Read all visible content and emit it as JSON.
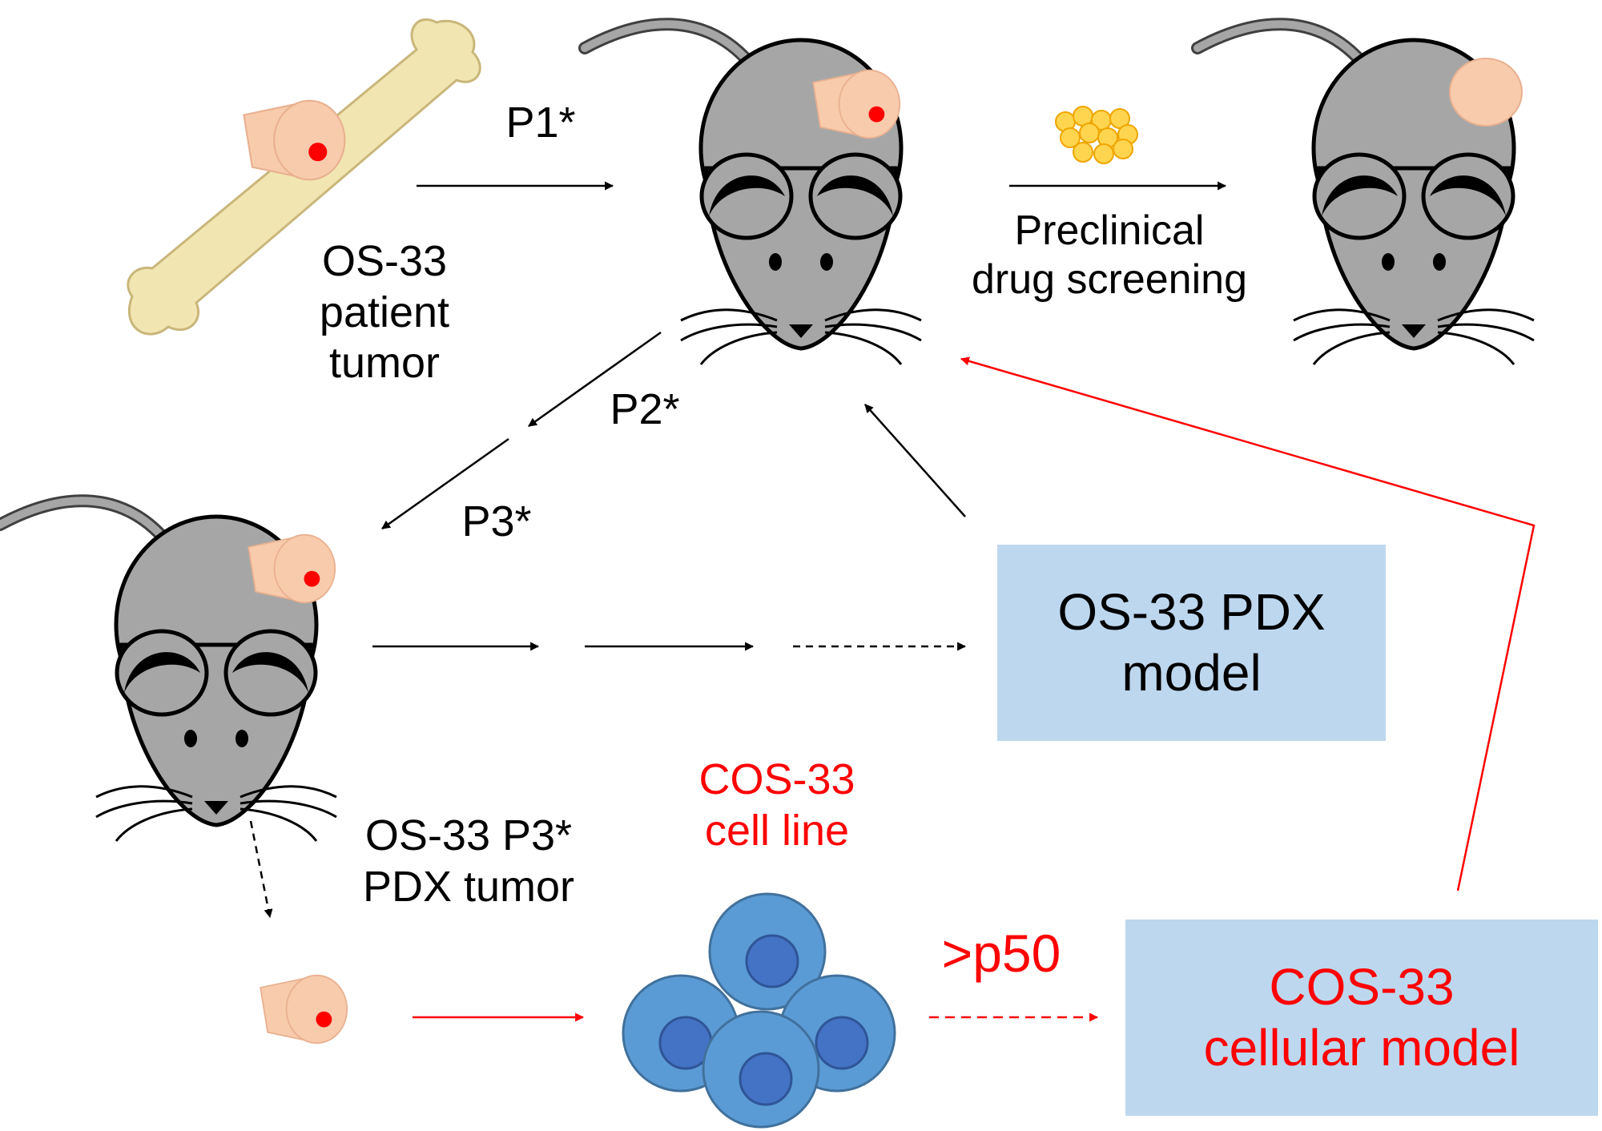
{
  "labels": {
    "p1": "P1*",
    "p2": "P2*",
    "p3": "P3*",
    "patient_tumor": [
      "OS-33",
      "patient",
      "tumor"
    ],
    "drug_screening": [
      "Preclinical",
      "drug screening"
    ],
    "pdx_tumor": [
      "OS-33 P3*",
      "PDX tumor"
    ],
    "cell_line": [
      "COS-33",
      "cell line"
    ],
    "passage": ">p50"
  },
  "boxes": {
    "pdx_model": [
      "OS-33 PDX",
      "model"
    ],
    "cellular_model": [
      "COS-33",
      "cellular model"
    ]
  },
  "colors": {
    "model_box": "#bdd7ee",
    "red_path": "#ff0000",
    "black_path": "#000000",
    "mouse_body": "#a6a6a6",
    "tumor": "#f8cbad",
    "tumor_core": "#ff0000",
    "bone": "#f1e6b2",
    "cells": "#5b9bd5",
    "drug_pellets": "#ffd54f"
  },
  "icons": [
    "bone-icon",
    "tumor-icon",
    "mouse-icon",
    "drug-pellets-icon",
    "cell-cluster-icon"
  ]
}
